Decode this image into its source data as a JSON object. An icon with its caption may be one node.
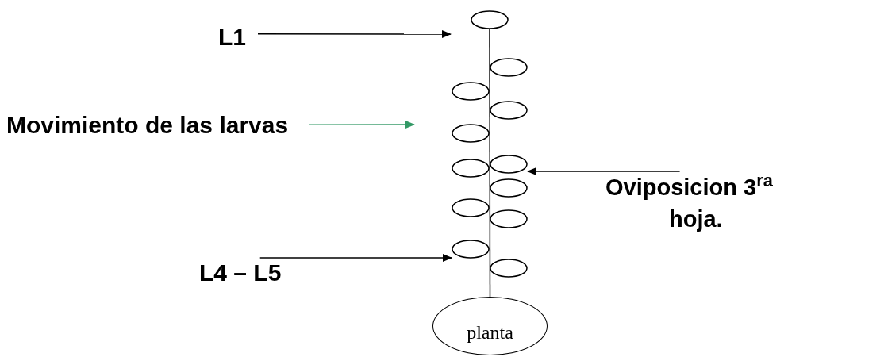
{
  "diagram": {
    "nodes": [
      {
        "text": [
          "L1"
        ]
      },
      {
        "text": [
          "Movimiento de las larvas"
        ]
      },
      {
        "text": [
          "Oviposicion 3$^{ra}$ hoja."
        ]
      },
      {
        "text": [
          "L4 – L5"
        ]
      },
      {
        "text": [],
        "shape": "ellipse"
      },
      {
        "text": [],
        "shape": "ellipse"
      },
      {
        "text": [],
        "shape": "ellipse"
      },
      {
        "text": [],
        "shape": "ellipse"
      },
      {
        "text": [],
        "shape": "ellipse"
      },
      {
        "text": [],
        "shape": "ellipse"
      },
      {
        "text": [],
        "shape": "ellipse"
      },
      {
        "text": [],
        "shape": "ellipse"
      },
      {
        "text": [],
        "shape": "ellipse"
      },
      {
        "text": [],
        "shape": "ellipse"
      },
      {
        "text": [],
        "shape": "ellipse"
      },
      {
        "text": [],
        "shape": "ellipse"
      },
      {
        "text": [
          "planta"
        ]
      }
    ],
    "edges": [
      {
        "from": 0,
        "to": null,
        "arrow": "to"
      },
      {
        "from": 1,
        "to": null,
        "arrow": "to",
        "color": "#339966"
      },
      {
        "from": 2,
        "to": 9,
        "arrow": "to"
      },
      {
        "from": 3,
        "to": 14,
        "arrow": "to"
      },
      {
        "from": 4,
        "to": 16,
        "arrow": "none"
      }
    ]
  }
}
